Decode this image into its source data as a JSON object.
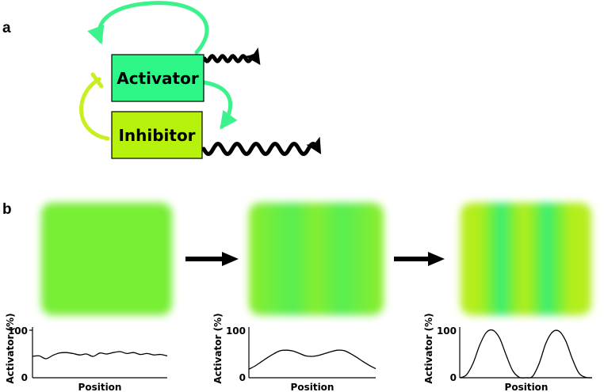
{
  "panel_a": {
    "label": "a",
    "activator": {
      "label": "Activator",
      "color": "#2ef788"
    },
    "inhibitor": {
      "label": "Inhibitor",
      "color": "#b6f20c"
    },
    "arrow_colors": {
      "activation": "#3cf28d",
      "inhibition": "#c8f020",
      "degradation": "#000000"
    }
  },
  "panel_b": {
    "label": "b",
    "pattern_colors": {
      "green": "#32ee78",
      "lime": "#b6ee1a",
      "mid": "#72ee33"
    },
    "stages": [
      {
        "pattern": "uniform"
      },
      {
        "pattern": "weak-stripes"
      },
      {
        "pattern": "strong-stripes"
      }
    ]
  },
  "chart_data": [
    {
      "type": "line",
      "xlabel": "Position",
      "ylabel": "Activator (%)",
      "ylim": [
        0,
        100
      ],
      "yticks": [
        "0",
        "100"
      ],
      "x": [
        0,
        0.05,
        0.1,
        0.15,
        0.2,
        0.25,
        0.3,
        0.35,
        0.4,
        0.45,
        0.5,
        0.55,
        0.6,
        0.65,
        0.7,
        0.75,
        0.8,
        0.85,
        0.9,
        0.95,
        1
      ],
      "series": [
        {
          "values": [
            45,
            46,
            40,
            47,
            52,
            53,
            51,
            48,
            50,
            45,
            52,
            50,
            53,
            55,
            51,
            53,
            49,
            51,
            48,
            49,
            46
          ]
        }
      ]
    },
    {
      "type": "line",
      "xlabel": "Position",
      "ylabel": "Activator (%)",
      "ylim": [
        0,
        100
      ],
      "yticks": [
        "0",
        "100"
      ],
      "x": [
        0,
        0.05,
        0.1,
        0.15,
        0.2,
        0.25,
        0.3,
        0.35,
        0.4,
        0.45,
        0.5,
        0.55,
        0.6,
        0.65,
        0.7,
        0.75,
        0.8,
        0.85,
        0.9,
        0.95,
        1
      ],
      "series": [
        {
          "values": [
            18,
            25,
            34,
            43,
            51,
            57,
            58,
            56,
            51,
            46,
            45,
            47,
            51,
            55,
            58,
            57,
            51,
            43,
            34,
            26,
            19
          ]
        }
      ]
    },
    {
      "type": "line",
      "xlabel": "Position",
      "ylabel": "Activator (%)",
      "ylim": [
        0,
        100
      ],
      "yticks": [
        "0",
        "100"
      ],
      "x": [
        0,
        0.05,
        0.1,
        0.15,
        0.2,
        0.25,
        0.3,
        0.35,
        0.4,
        0.45,
        0.5,
        0.55,
        0.6,
        0.65,
        0.7,
        0.75,
        0.8,
        0.85,
        0.9,
        0.95,
        1
      ],
      "series": [
        {
          "values": [
            0,
            6,
            30,
            68,
            95,
            100,
            84,
            48,
            15,
            1,
            0,
            3,
            30,
            72,
            96,
            98,
            78,
            40,
            10,
            1,
            0
          ]
        }
      ]
    }
  ]
}
